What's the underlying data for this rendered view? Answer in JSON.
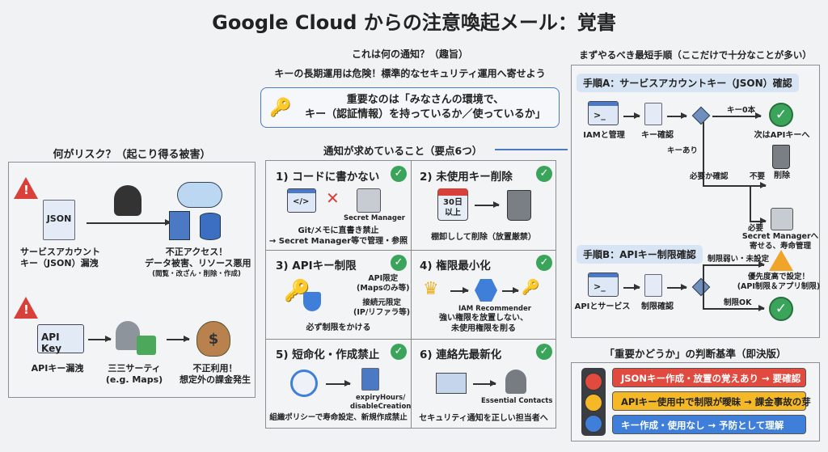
{
  "title": "Google Cloud からの注意喚起メール：覚書",
  "risk": {
    "heading": "何がリスク？（起こり得る被害）",
    "json_icon": "JSON",
    "json_leak": [
      "サービスアカウント",
      "キー（JSON）漏洩"
    ],
    "json_impact": [
      "不正アクセス！",
      "データ被害、リソース悪用",
      "(閲覧・改ざん・削除・作成)"
    ],
    "apikey_icon": "API Key",
    "apikey_leak": "APIキー漏洩",
    "third_party": [
      "三三サーティ",
      "(e.g. Maps)"
    ],
    "billing": [
      "不正利用！",
      "想定外の課金発生"
    ]
  },
  "purpose": {
    "heading": "これは何の通知？（趣旨）",
    "subtitle": "キーの長期運用は危険！標準的なセキュリティ運用へ寄せよう",
    "callout": [
      "重要なのは「みなさんの環境で、",
      "キー（認証情報）を持っているか／使っているか」"
    ],
    "points_heading": "通知が求めていること（要点6つ）"
  },
  "points": [
    {
      "title": "1) コードに書かない",
      "tag": "Secret Manager",
      "desc": [
        "Git/メモに直書き禁止",
        "→ Secret Manager等で管理・参照"
      ]
    },
    {
      "title": "2) 未使用キー削除",
      "tag": "30日\n以上",
      "desc": [
        "棚卸しして削除（放置厳禁）"
      ]
    },
    {
      "title": "3) APIキー制限",
      "tag1": [
        "API限定",
        "(Mapsのみ等)"
      ],
      "tag2": [
        "接続元限定",
        "(IP/リファラ等)"
      ],
      "desc": [
        "必ず制限をかける"
      ]
    },
    {
      "title": "4) 権限最小化",
      "tag": "IAM Recommender",
      "desc": [
        "強い権限を放置しない、",
        "未使用権限を削る"
      ]
    },
    {
      "title": "5) 短命化・作成禁止",
      "tag": [
        "expiryHours/",
        "disableCreation"
      ],
      "desc": [
        "組織ポリシーで寿命設定、新規作成禁止"
      ]
    },
    {
      "title": "6) 連絡先最新化",
      "tag": "Essential Contacts",
      "desc": [
        "セキュリティ通知を正しい担当者へ"
      ]
    }
  ],
  "steps": {
    "heading": "まずやるべき最短手順（ここだけで十分なことが多い）",
    "a": {
      "label": "手順A：サービスアカウントキー（JSON）確認",
      "n1": "IAMと管理",
      "n2": "キー確認",
      "zero": "キー0本",
      "next": "次はAPIキーへ",
      "has": "キーあり",
      "check": "必要か確認",
      "unneeded": "不要",
      "delete": "削除",
      "needed": "必要",
      "sm": [
        "Secret Managerへ",
        "寄せる、寿命管理"
      ]
    },
    "b": {
      "label": "手順B：APIキー制限確認",
      "n1": "APIとサービス",
      "n2": "制限確認",
      "weak": "制限弱い・未設定",
      "priority": [
        "優先度高で設定！",
        "(API制限＆アプリ制限)"
      ],
      "ok": "制限OK"
    }
  },
  "criteria": {
    "heading": "「重要かどうか」の判断基準（即決版）",
    "items": [
      {
        "text": "JSONキー作成・放置の覚えあり → 要確認",
        "color": "#e04a3f"
      },
      {
        "text": "APIキー使用中で制限が曖昧 → 課金事故の芽",
        "color": "#f5b928"
      },
      {
        "text": "キー作成・使用なし → 予防として理解",
        "color": "#3f7fd9"
      }
    ]
  }
}
